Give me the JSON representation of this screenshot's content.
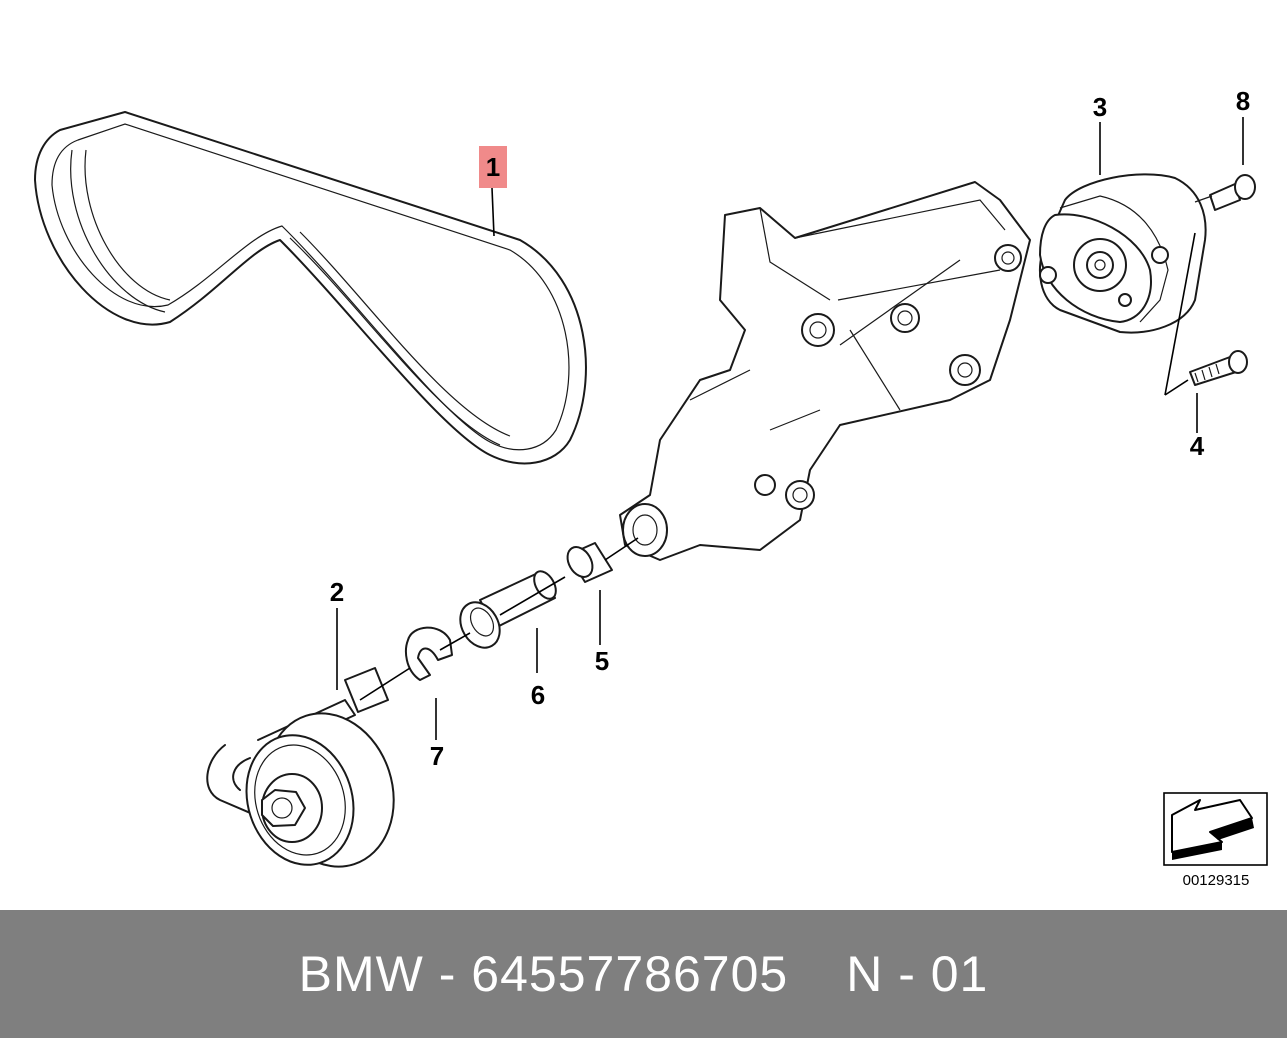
{
  "diagram": {
    "callouts": [
      "1",
      "2",
      "3",
      "4",
      "5",
      "6",
      "7",
      "8"
    ],
    "highlighted_callout": "1",
    "highlight_color": "#f08a8a",
    "drawing_code": "00129315"
  },
  "footer": {
    "brand": "BMW",
    "separator": "-",
    "part_number": "64557786705",
    "suffix": "N - 01"
  }
}
